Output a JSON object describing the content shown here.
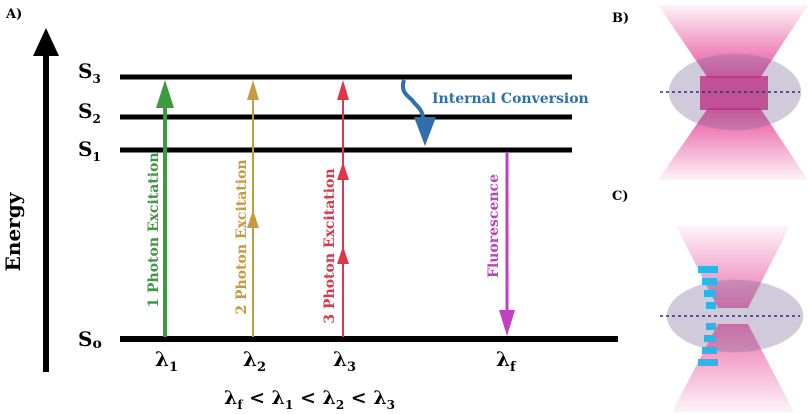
{
  "panels": {
    "a": "A)",
    "b": "B)",
    "c": "C)"
  },
  "energy_axis_label": "Energy",
  "levels": {
    "s3": {
      "base": "S",
      "sub": "3"
    },
    "s2": {
      "base": "S",
      "sub": "2"
    },
    "s1": {
      "base": "S",
      "sub": "1"
    },
    "s0": {
      "base": "S",
      "sub": "o"
    }
  },
  "transitions": {
    "one_photon": {
      "label": "1 Photon Excitation",
      "color": "#3e9a3e"
    },
    "two_photon": {
      "label": "2 Photon Excitation",
      "color": "#c89a3c"
    },
    "three_photon": {
      "label": "3 Photon Excitation",
      "color": "#e0364a"
    },
    "fluorescence": {
      "label": "Fluorescence",
      "color": "#c23ec2"
    },
    "internal_conversion": {
      "label": "Internal Conversion",
      "color": "#2f6fad"
    }
  },
  "wavelengths": {
    "l1": {
      "base": "λ",
      "sub": "1"
    },
    "l2": {
      "base": "λ",
      "sub": "2"
    },
    "l3": {
      "base": "λ",
      "sub": "3"
    },
    "lf": {
      "base": "λ",
      "sub": "f"
    }
  },
  "inequality": {
    "t1": "λ",
    "s1": "f",
    "lt1": " < ",
    "t2": "λ",
    "s2": "1",
    "lt2": " < ",
    "t3": "λ",
    "s3": "2",
    "lt3": " < ",
    "t4": "λ",
    "s4": "3"
  },
  "colors": {
    "beam": "#e0157a",
    "spot": "#7e6a9a",
    "multiphoton_band": "#29b6e8",
    "focal_line": "#3a2a6a"
  }
}
